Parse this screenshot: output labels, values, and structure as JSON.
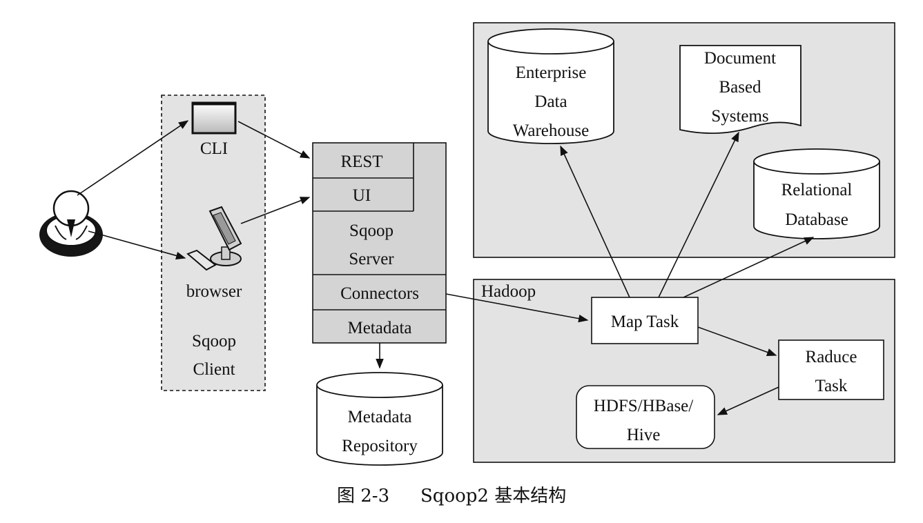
{
  "client": {
    "cli_label": "CLI",
    "browser_label": "browser",
    "group_label_line1": "Sqoop",
    "group_label_line2": "Client"
  },
  "server": {
    "rest_label": "REST",
    "ui_label": "UI",
    "title_line1": "Sqoop",
    "title_line2": "Server",
    "connectors_label": "Connectors",
    "metadata_label": "Metadata"
  },
  "metadata_repository": {
    "line1": "Metadata",
    "line2": "Repository"
  },
  "external_systems": {
    "enterprise_dw": [
      "Enterprise",
      "Data",
      "Warehouse"
    ],
    "document_systems": [
      "Document",
      "Based",
      "Systems"
    ],
    "relational_db": [
      "Relational",
      "Database"
    ]
  },
  "hadoop": {
    "title": "Hadoop",
    "map_task": "Map Task",
    "reduce_task": [
      "Raduce",
      "Task"
    ],
    "storage": [
      "HDFS/HBase/",
      "Hive"
    ]
  },
  "caption": {
    "figure_number": "图 2-3",
    "title": "Sqoop2 基本结构"
  },
  "colors": {
    "panel_fill": "#e3e3e3",
    "server_fill": "#d4d4d4",
    "stroke": "#111111"
  }
}
